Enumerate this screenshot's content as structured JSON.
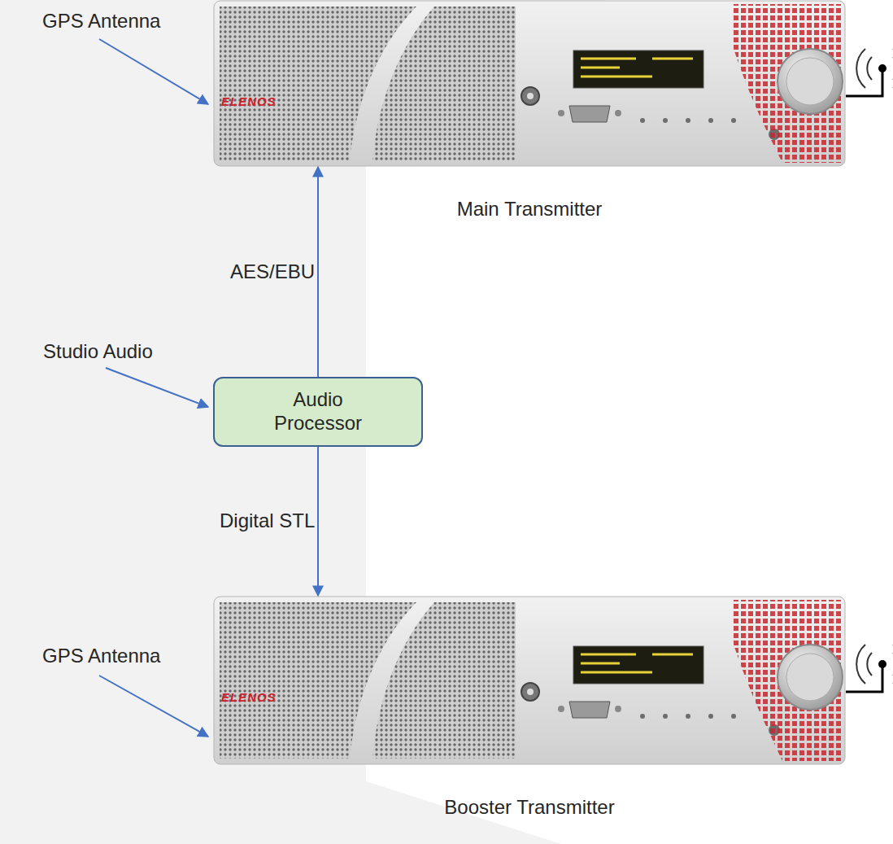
{
  "diagram": {
    "nodes": [
      {
        "text": [
          "Main Transmitter"
        ]
      },
      {
        "text": [
          "Audio Processor"
        ]
      },
      {
        "text": [
          "Booster Transmitter"
        ]
      }
    ],
    "edges": [
      {
        "from": 1,
        "to": 0,
        "label": "AES/EBU",
        "arrow": "to"
      },
      {
        "from": 1,
        "to": 2,
        "label": "Digital STL",
        "arrow": "to"
      }
    ],
    "labels": [
      "GPS Antenna",
      "Studio Audio",
      "GPS Antenna",
      "ELENOS",
      "ELENOS"
    ]
  }
}
